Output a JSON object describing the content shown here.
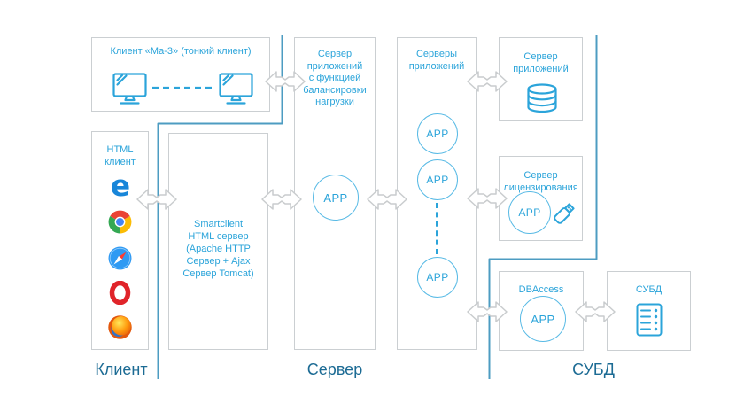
{
  "palette": {
    "accent_cyan": "#2BA4DA",
    "circle_stroke": "#58BAE5",
    "divider_teal": "#4D9CC2",
    "zone_label_blue": "#1C6B94",
    "box_border_gray": "#CBCFD2",
    "arrow_outline_gray": "#C9CCCE"
  },
  "app_label": "APP",
  "zones": [
    {
      "label": "Клиент"
    },
    {
      "label": "Сервер"
    },
    {
      "label": "СУБД"
    }
  ],
  "boxes": {
    "client_thin": {
      "title": "Клиент «Ма-3» (тонкий клиент)"
    },
    "html_client": {
      "lines": [
        "HTML",
        "клиент"
      ],
      "browsers": [
        "Microsoft Edge",
        "Google Chrome",
        "Safari",
        "Opera",
        "Firefox"
      ]
    },
    "smartclient": {
      "lines": [
        "Smartclient",
        "HTML сервер",
        "(Apache HTTP",
        "Сервер + Ajax",
        "Сервер Tomcat)"
      ]
    },
    "balancer": {
      "lines": [
        "Сервер",
        "приложений",
        "с функцией",
        "балансировки",
        "нагрузки"
      ]
    },
    "app_servers": {
      "lines": [
        "Серверы",
        "приложений"
      ]
    },
    "app_server_db": {
      "lines": [
        "Сервер",
        "приложений"
      ]
    },
    "license_server": {
      "lines": [
        "Сервер",
        "лицензирования"
      ]
    },
    "dbaccess": {
      "title": "DBAccess"
    },
    "subd": {
      "title": "СУБД"
    }
  }
}
